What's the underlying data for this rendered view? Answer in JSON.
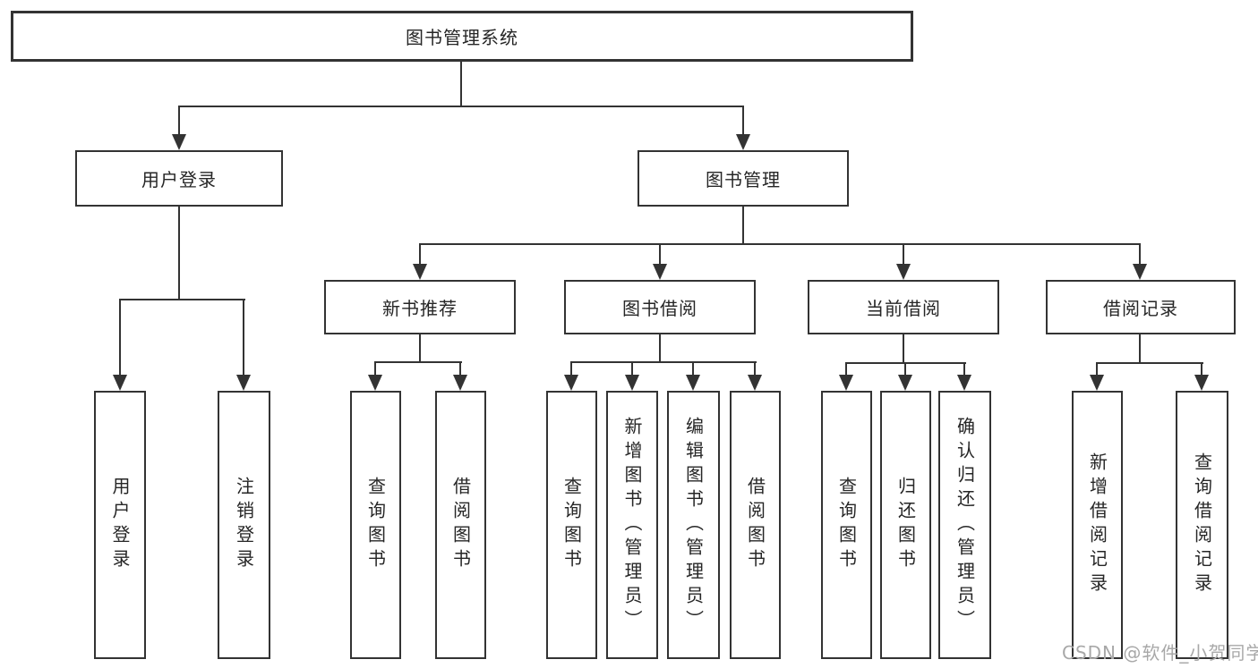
{
  "tree": {
    "root": {
      "label": "图书管理系统",
      "children": [
        {
          "label": "用户登录",
          "children": [
            "用户登录",
            "注销登录"
          ]
        },
        {
          "label": "图书管理",
          "children": [
            {
              "label": "新书推荐",
              "children": [
                "查询图书",
                "借阅图书"
              ]
            },
            {
              "label": "图书借阅",
              "children": [
                "查询图书",
                "新增图书（管理员）",
                "编辑图书（管理员）",
                "借阅图书"
              ]
            },
            {
              "label": "当前借阅",
              "children": [
                "查询图书",
                "归还图书",
                "确认归还（管理员）"
              ]
            },
            {
              "label": "借阅记录",
              "children": [
                "新增借阅记录",
                "查询借阅记录"
              ]
            }
          ]
        }
      ]
    }
  },
  "watermark": {
    "text": "CSDN @软件_小贺同学",
    "color": "#a8a8a8"
  },
  "colors": {
    "line": "#333333",
    "box_border": "#333333",
    "text": "#262626",
    "background": "#ffffff"
  }
}
